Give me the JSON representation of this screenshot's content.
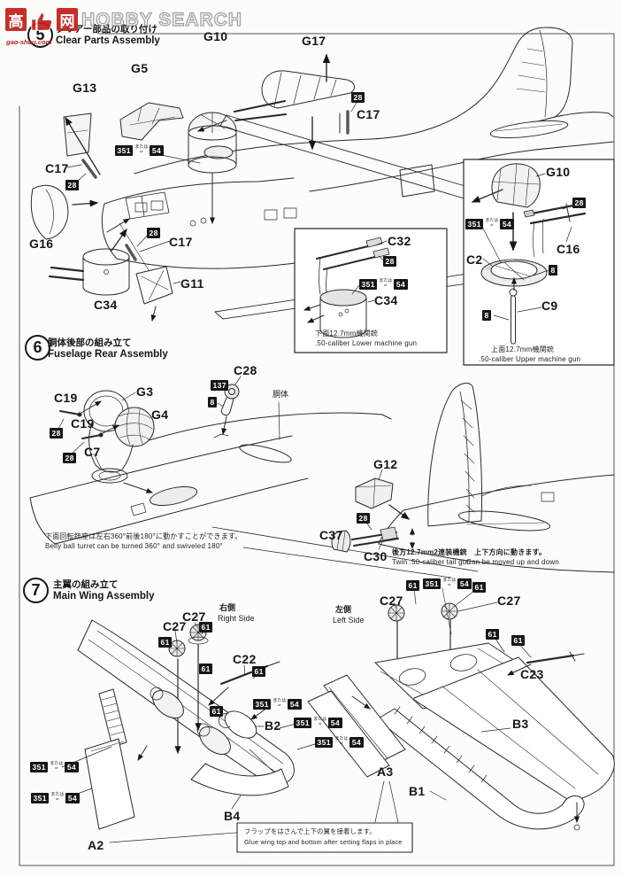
{
  "watermark": {
    "cn_left": "高",
    "cn_right": "网",
    "brand": "HOBBY SEARCH",
    "url": "gao-shou.com"
  },
  "steps": {
    "s5": {
      "num": "5",
      "title_jp": "クリアー部品の取り付け",
      "title_en": "Clear Parts Assembly"
    },
    "s6": {
      "num": "6",
      "title_jp": "胴体後部の組み立て",
      "title_en": "Fuselage Rear Assembly"
    },
    "s7": {
      "num": "7",
      "title_jp": "主翼の組み立て",
      "title_en": "Main Wing Assembly"
    }
  },
  "parts": {
    "G10": "G10",
    "G17": "G17",
    "G5": "G5",
    "G13": "G13",
    "C17": "C17",
    "G16": "G16",
    "C34": "C34",
    "G11": "G11",
    "C32": "C32",
    "C2": "C2",
    "C16": "C16",
    "C9": "C9",
    "C19": "C19",
    "G3": "G3",
    "G4": "G4",
    "C7": "C7",
    "C28": "C28",
    "G12": "G12",
    "C37": "C37",
    "C30": "C30",
    "C27": "C27",
    "C22": "C22",
    "C23": "C23",
    "B1": "B1",
    "B2": "B2",
    "B3": "B3",
    "B4": "B4",
    "A2": "A2",
    "A3": "A3"
  },
  "chips": {
    "c8": "8",
    "c28": "28",
    "c54": "54",
    "c61": "61",
    "c137": "137",
    "c351": "351"
  },
  "or_label": {
    "jp": "または",
    "en": "or"
  },
  "notes": {
    "lower_gun_jp": "下面12.7mm機関銃",
    "lower_gun_en": ".50-caliber Lower machine gun",
    "upper_gun_jp": "上面12.7mm機関銃",
    "upper_gun_en": ".50-caliber Upper machine gun",
    "belly_jp": "下面回転銃座は左右360°前後180°に動かすことができます。",
    "belly_en": "Belly ball turret can be turned 360° and swiveled 180°",
    "tail_gun_jp": "後方12.7mm2連装機銃",
    "tail_gun_en": "Twin .50-caliber tail gun",
    "move_jp": "上下方向に動きます。",
    "move_en": "Can be moved up and down",
    "fuselage": "胴体",
    "right_side_jp": "右側",
    "right_side_en": "Right Side",
    "left_side_jp": "左側",
    "left_side_en": "Left Side",
    "flaps_jp": "フラップをはさんで上下の翼を接着します。",
    "flaps_en": "Glue wing top and bottom after setting flaps in place"
  }
}
